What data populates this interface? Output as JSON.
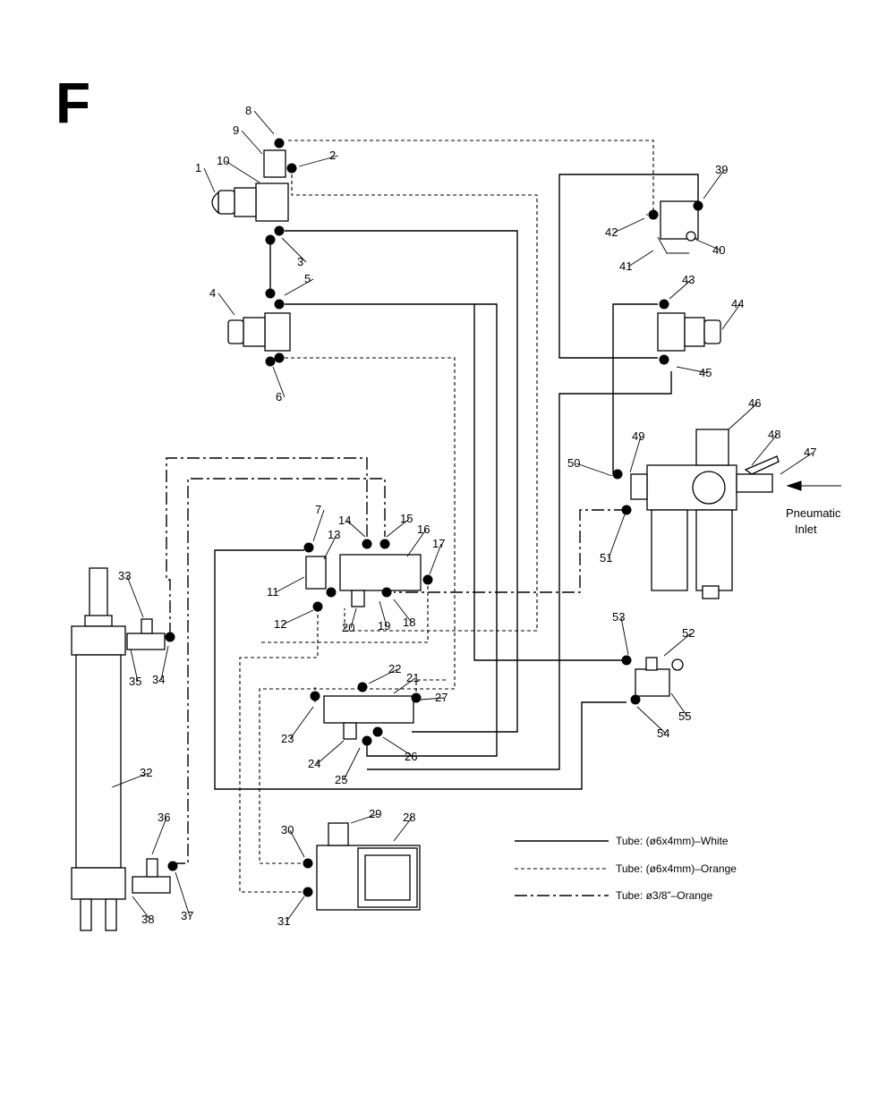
{
  "section_letter": "F",
  "inlet_label_line1": "Pneumatic",
  "inlet_label_line2": "Inlet",
  "legend": [
    {
      "style": "solid",
      "text": "Tube: (ø6x4mm)–White"
    },
    {
      "style": "dashed",
      "text": "Tube: (ø6x4mm)–Orange"
    },
    {
      "style": "dashdot",
      "text": "Tube: ø3/8”–Orange"
    }
  ],
  "part_numbers": [
    "1",
    "2",
    "3",
    "4",
    "5",
    "6",
    "7",
    "8",
    "9",
    "10",
    "11",
    "12",
    "13",
    "14",
    "15",
    "16",
    "17",
    "18",
    "19",
    "20",
    "21",
    "22",
    "23",
    "24",
    "25",
    "26",
    "27",
    "28",
    "29",
    "30",
    "31",
    "32",
    "33",
    "34",
    "35",
    "36",
    "37",
    "38",
    "39",
    "40",
    "41",
    "42",
    "43",
    "44",
    "45",
    "46",
    "47",
    "48",
    "49",
    "50",
    "51",
    "52",
    "53",
    "54",
    "55"
  ]
}
